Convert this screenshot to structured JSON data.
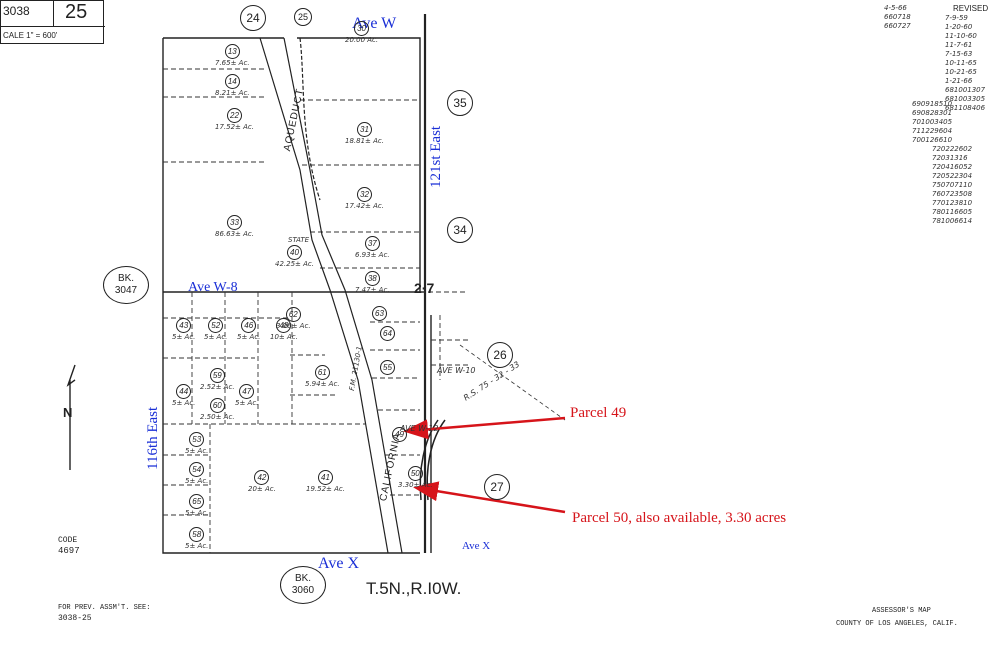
{
  "header": {
    "book_number": "3038",
    "page_number": "25",
    "scale_label": "CALE 1\" = 600'"
  },
  "revisions": {
    "top_dates": [
      "4-5-66",
      "660718",
      "660727"
    ],
    "revised_label": "REVISED",
    "revised_dates": [
      "7-9-59",
      "1-20-60",
      "11-10-60",
      "11-7-61",
      "7-15-63",
      "10-11-65",
      "10-21-65",
      "1-21-66",
      "681001307",
      "681003305",
      "681108406"
    ],
    "numbers": [
      "690918510",
      "690828301",
      "701003405",
      "711229604",
      "700126610",
      "720222602",
      "72031316",
      "720416052",
      "720522304",
      "750707110",
      "760723508",
      "770123810",
      "780116605",
      "781006614"
    ]
  },
  "streets": {
    "ave_w": "Ave W",
    "ave_w8": "Ave W-8",
    "ave_x": "Ave  X",
    "ave_x_small": "Ave X",
    "east_121": "121st East",
    "east_116": "116th East"
  },
  "books": {
    "bk_3047": {
      "label": "BK.",
      "number": "3047"
    },
    "bk_3060": {
      "label": "BK.",
      "number": "3060"
    }
  },
  "sections": [
    "24",
    "25",
    "35",
    "34",
    "26",
    "27"
  ],
  "section_27_mark": "2·7",
  "parcels": [
    {
      "no": "13",
      "area": "7.65± Ac."
    },
    {
      "no": "14",
      "area": "8.21± Ac."
    },
    {
      "no": "22",
      "area": "17.52± Ac."
    },
    {
      "no": "30",
      "area": "20.00 Ac."
    },
    {
      "no": "31",
      "area": "18.81± Ac."
    },
    {
      "no": "32",
      "area": "17.42± Ac."
    },
    {
      "no": "33",
      "area": "86.63± Ac."
    },
    {
      "no": "37",
      "area": "6.93± Ac."
    },
    {
      "no": "38",
      "area": "7.47± Ac."
    },
    {
      "no": "40",
      "area": "42.25± Ac."
    },
    {
      "no": "43",
      "area": "5± Ac."
    },
    {
      "no": "52",
      "area": "5± Ac."
    },
    {
      "no": "46",
      "area": "5± Ac."
    },
    {
      "no": "48",
      "area": "10± Ac."
    },
    {
      "no": "62",
      "area": "3.06± Ac."
    },
    {
      "no": "63",
      "area": ""
    },
    {
      "no": "64",
      "area": ""
    },
    {
      "no": "59",
      "area": "2.52± Ac."
    },
    {
      "no": "60",
      "area": "2.50± Ac."
    },
    {
      "no": "44",
      "area": "5± Ac."
    },
    {
      "no": "47",
      "area": "5± Ac."
    },
    {
      "no": "61",
      "area": "5.94± Ac."
    },
    {
      "no": "55",
      "area": ""
    },
    {
      "no": "53",
      "area": "5± Ac."
    },
    {
      "no": "54",
      "area": "5± Ac."
    },
    {
      "no": "65",
      "area": "5± Ac."
    },
    {
      "no": "58",
      "area": "5± Ac."
    },
    {
      "no": "42",
      "area": "20± Ac."
    },
    {
      "no": "41",
      "area": "19.52± Ac."
    },
    {
      "no": "49",
      "area": ""
    },
    {
      "no": "50",
      "area": "3.30± Ac."
    }
  ],
  "features": {
    "aqueduct": "AQUEDUCT",
    "california": "CALIFORNIA",
    "state": "STATE",
    "ave_w10": "AVE W-10",
    "ave_w12": "AVE W-12",
    "rs": "R.S. 75 - 32 - 33",
    "fm": "F.M. 21130-1",
    "north_arrow": "N"
  },
  "callouts": {
    "parcel_49": "Parcel 49",
    "parcel_50": "Parcel 50, also available, 3.30 acres"
  },
  "footer": {
    "code_label": "CODE",
    "code_value": "4697",
    "prev_label": "FOR PREV. ASSM'T. SEE:",
    "prev_value": "3038-25",
    "township": "T.5N.,R.I0W.",
    "assessor": "ASSESSOR'S MAP",
    "county": "COUNTY OF LOS ANGELES, CALIF."
  },
  "colors": {
    "street_label": "#1a2fd6",
    "callout": "#d6141a"
  }
}
